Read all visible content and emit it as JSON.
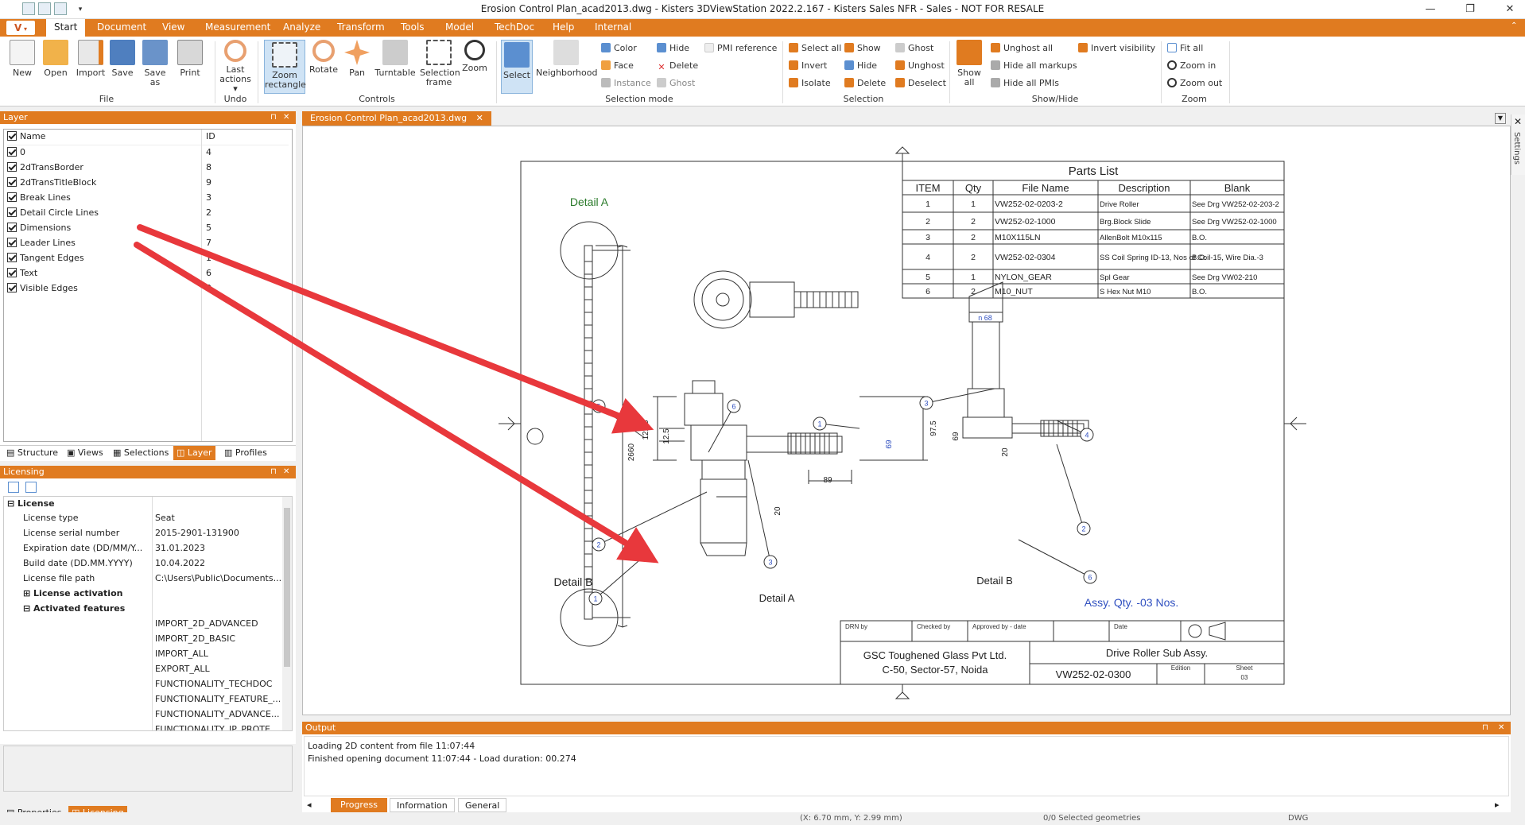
{
  "titlebar": {
    "title": "Erosion Control Plan_acad2013.dwg - Kisters 3DViewStation 2022.2.167 - Kisters Sales NFR - Sales - NOT FOR RESALE"
  },
  "menu": {
    "logo": "V",
    "items": [
      "Start",
      "Document",
      "View",
      "Measurement",
      "Analyze",
      "Transform",
      "Tools",
      "Model",
      "TechDoc",
      "Help",
      "Internal"
    ]
  },
  "ribbon": {
    "file": {
      "new": "New",
      "open": "Open",
      "import": "Import",
      "save": "Save",
      "save_as_1": "Save",
      "save_as_2": "as",
      "print": "Print",
      "group": "File"
    },
    "undo": {
      "last_1": "Last",
      "last_2": "actions ▾",
      "group": "Undo"
    },
    "controls": {
      "zoom_rect_1": "Zoom",
      "zoom_rect_2": "rectangle",
      "rotate": "Rotate",
      "pan": "Pan",
      "turntable": "Turntable",
      "selframe_1": "Selection",
      "selframe_2": "frame",
      "zoom": "Zoom",
      "group": "Controls"
    },
    "selmode": {
      "select": "Select",
      "neighborhood": "Neighborhood",
      "color": "Color",
      "face": "Face",
      "instance": "Instance",
      "hide": "Hide",
      "delete": "Delete",
      "ghost": "Ghost",
      "pmi": "PMI reference",
      "group": "Selection mode"
    },
    "selection": {
      "select_all": "Select all",
      "invert": "Invert",
      "isolate": "Isolate",
      "show": "Show",
      "hide": "Hide",
      "delete": "Delete",
      "ghost": "Ghost",
      "unghost": "Unghost",
      "deselect": "Deselect",
      "group": "Selection"
    },
    "showhide": {
      "show_all_1": "Show",
      "show_all_2": "all",
      "unghost_all": "Unghost all",
      "hide_markups": "Hide all markups",
      "hide_pmis": "Hide all PMIs",
      "invert_vis": "Invert visibility",
      "group": "Show/Hide"
    },
    "zoom": {
      "fit_all": "Fit all",
      "zoom_in": "Zoom in",
      "zoom_out": "Zoom out",
      "group": "Zoom"
    }
  },
  "layer_panel": {
    "title": "Layer",
    "col_name": "Name",
    "col_id": "ID",
    "rows": [
      {
        "name": "0",
        "id": "4"
      },
      {
        "name": "2dTransBorder",
        "id": "8"
      },
      {
        "name": "2dTransTitleBlock",
        "id": "9"
      },
      {
        "name": "Break Lines",
        "id": "3"
      },
      {
        "name": "Detail Circle Lines",
        "id": "2"
      },
      {
        "name": "Dimensions",
        "id": "5"
      },
      {
        "name": "Leader Lines",
        "id": "7"
      },
      {
        "name": "Tangent Edges",
        "id": "1"
      },
      {
        "name": "Text",
        "id": "6"
      },
      {
        "name": "Visible Edges",
        "id": "0"
      }
    ],
    "tabs": [
      "Structure",
      "Views",
      "Selections",
      "Layer",
      "Profiles"
    ]
  },
  "licensing_panel": {
    "title": "Licensing",
    "section": "License",
    "rows": [
      {
        "k": "License type",
        "v": "Seat"
      },
      {
        "k": "License serial number",
        "v": "2015-2901-131900"
      },
      {
        "k": "Expiration date (DD/MM/Y...",
        "v": "31.01.2023"
      },
      {
        "k": "Build date (DD.MM.YYYY)",
        "v": "10.04.2022"
      },
      {
        "k": "License file path",
        "v": "C:\\Users\\Public\\Documents..."
      }
    ],
    "license_activation": "License activation",
    "activated_features": "Activated features",
    "features": [
      "IMPORT_2D_ADVANCED",
      "IMPORT_2D_BASIC",
      "IMPORT_ALL",
      "EXPORT_ALL",
      "FUNCTIONALITY_TECHDOC",
      "FUNCTIONALITY_FEATURE_...",
      "FUNCTIONALITY_ADVANCE...",
      "FUNCTIONALITY_IP_PROTE..."
    ],
    "tabs": [
      "Properties",
      "Licensing"
    ]
  },
  "document": {
    "tab": "Erosion Control Plan_acad2013.dwg",
    "settings": "Settings",
    "drawing": {
      "parts_list_title": "Parts List",
      "headers": [
        "ITEM",
        "Qty",
        "File Name",
        "Description",
        "Blank"
      ],
      "parts": [
        [
          "1",
          "1",
          "VW252-02-0203-2",
          "Drive Roller",
          "See Drg VW252-02-203-2"
        ],
        [
          "2",
          "2",
          "VW252-02-1000",
          "Brg.Block Slide",
          "See Drg VW252-02-1000"
        ],
        [
          "3",
          "2",
          "M10X115LN",
          "AllenBolt M10x115",
          "B.O."
        ],
        [
          "4",
          "2",
          "VW252-02-0304",
          "SS Coil Spring ID-13, Nos of Coil-15, Wire Dia.-3",
          "B.O."
        ],
        [
          "5",
          "1",
          "NYLON_GEAR",
          "Spl Gear",
          "See Drg VW02-210"
        ],
        [
          "6",
          "2",
          "M10_NUT",
          "S Hex Nut M10",
          "B.O."
        ]
      ],
      "detail_a_top": "Detail A",
      "detail_b_mid": "Detail B",
      "detail_a": "Detail A",
      "detail_b": "Detail B",
      "assy_qty": "Assy. Qty. -03 Nos.",
      "dims": [
        "122.5",
        "12.5",
        "2660",
        "69",
        "97.5",
        "20",
        "89",
        "69",
        "20"
      ],
      "n68": "n 68",
      "balloons": [
        "5",
        "6",
        "2",
        "3",
        "1",
        "1",
        "3",
        "4",
        "2",
        "6"
      ],
      "titleblock": {
        "drn_by": "DRN by",
        "checked_by": "Checked by",
        "approved": "Approved by - date",
        "date": "Date",
        "company_1": "GSC Toughened Glass Pvt Ltd.",
        "company_2": "C-50, Sector-57, Noida",
        "assy_name": "Drive Roller Sub Assy.",
        "drawing_no": "VW252-02-0300",
        "edition": "Edition",
        "sheet": "Sheet",
        "sheet_no": "03"
      }
    }
  },
  "output_panel": {
    "title": "Output",
    "lines": [
      "Loading 2D content from file 11:07:44",
      "Finished opening document 11:07:44 - Load duration: 00.274"
    ],
    "tabs": [
      "Progress",
      "Information",
      "General"
    ]
  },
  "statusbar": {
    "coords": "(X: 6.70 mm, Y: 2.99 mm)",
    "selected": "0/0 Selected geometries",
    "format": "DWG"
  },
  "colors": {
    "accent": "#e07b20",
    "arrow": "#e8383c"
  }
}
